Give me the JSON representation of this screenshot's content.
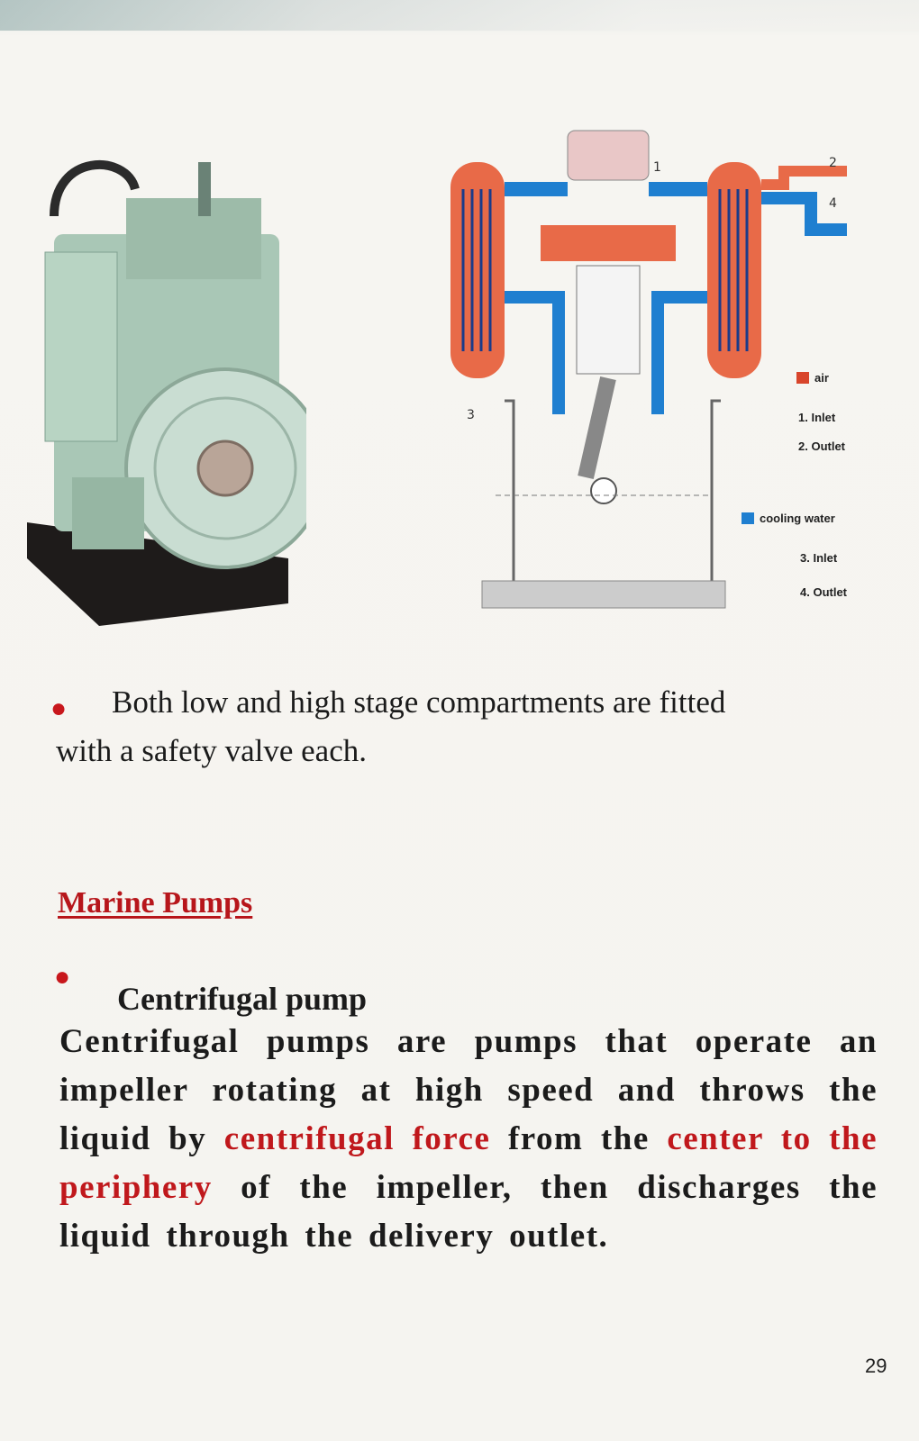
{
  "figure": {
    "legend": {
      "air_label": "air",
      "air_items": [
        "1. Inlet",
        "2. Outlet"
      ],
      "water_label": "cooling water",
      "water_items": [
        "3. Inlet",
        "4. Outlet"
      ],
      "air_color": "#d8452b",
      "water_color": "#1f7fd0"
    },
    "callouts": [
      "1",
      "2",
      "3",
      "4"
    ]
  },
  "bullet1": {
    "line1": "Both low and high stage compartments are fitted",
    "line2": "with a safety valve each."
  },
  "section": {
    "heading": "Marine Pumps"
  },
  "subsection": {
    "heading": "Centrifugal pump"
  },
  "paragraph": {
    "part1": "Centrifugal pumps are pumps that operate an impeller rotating at high speed and throws the liquid by ",
    "hl1": "centrifugal force",
    "part2": " from the ",
    "hl2": "center to the periphery",
    "part3": " of the impeller, then discharges the liquid through the delivery outlet."
  },
  "page_number": "29"
}
